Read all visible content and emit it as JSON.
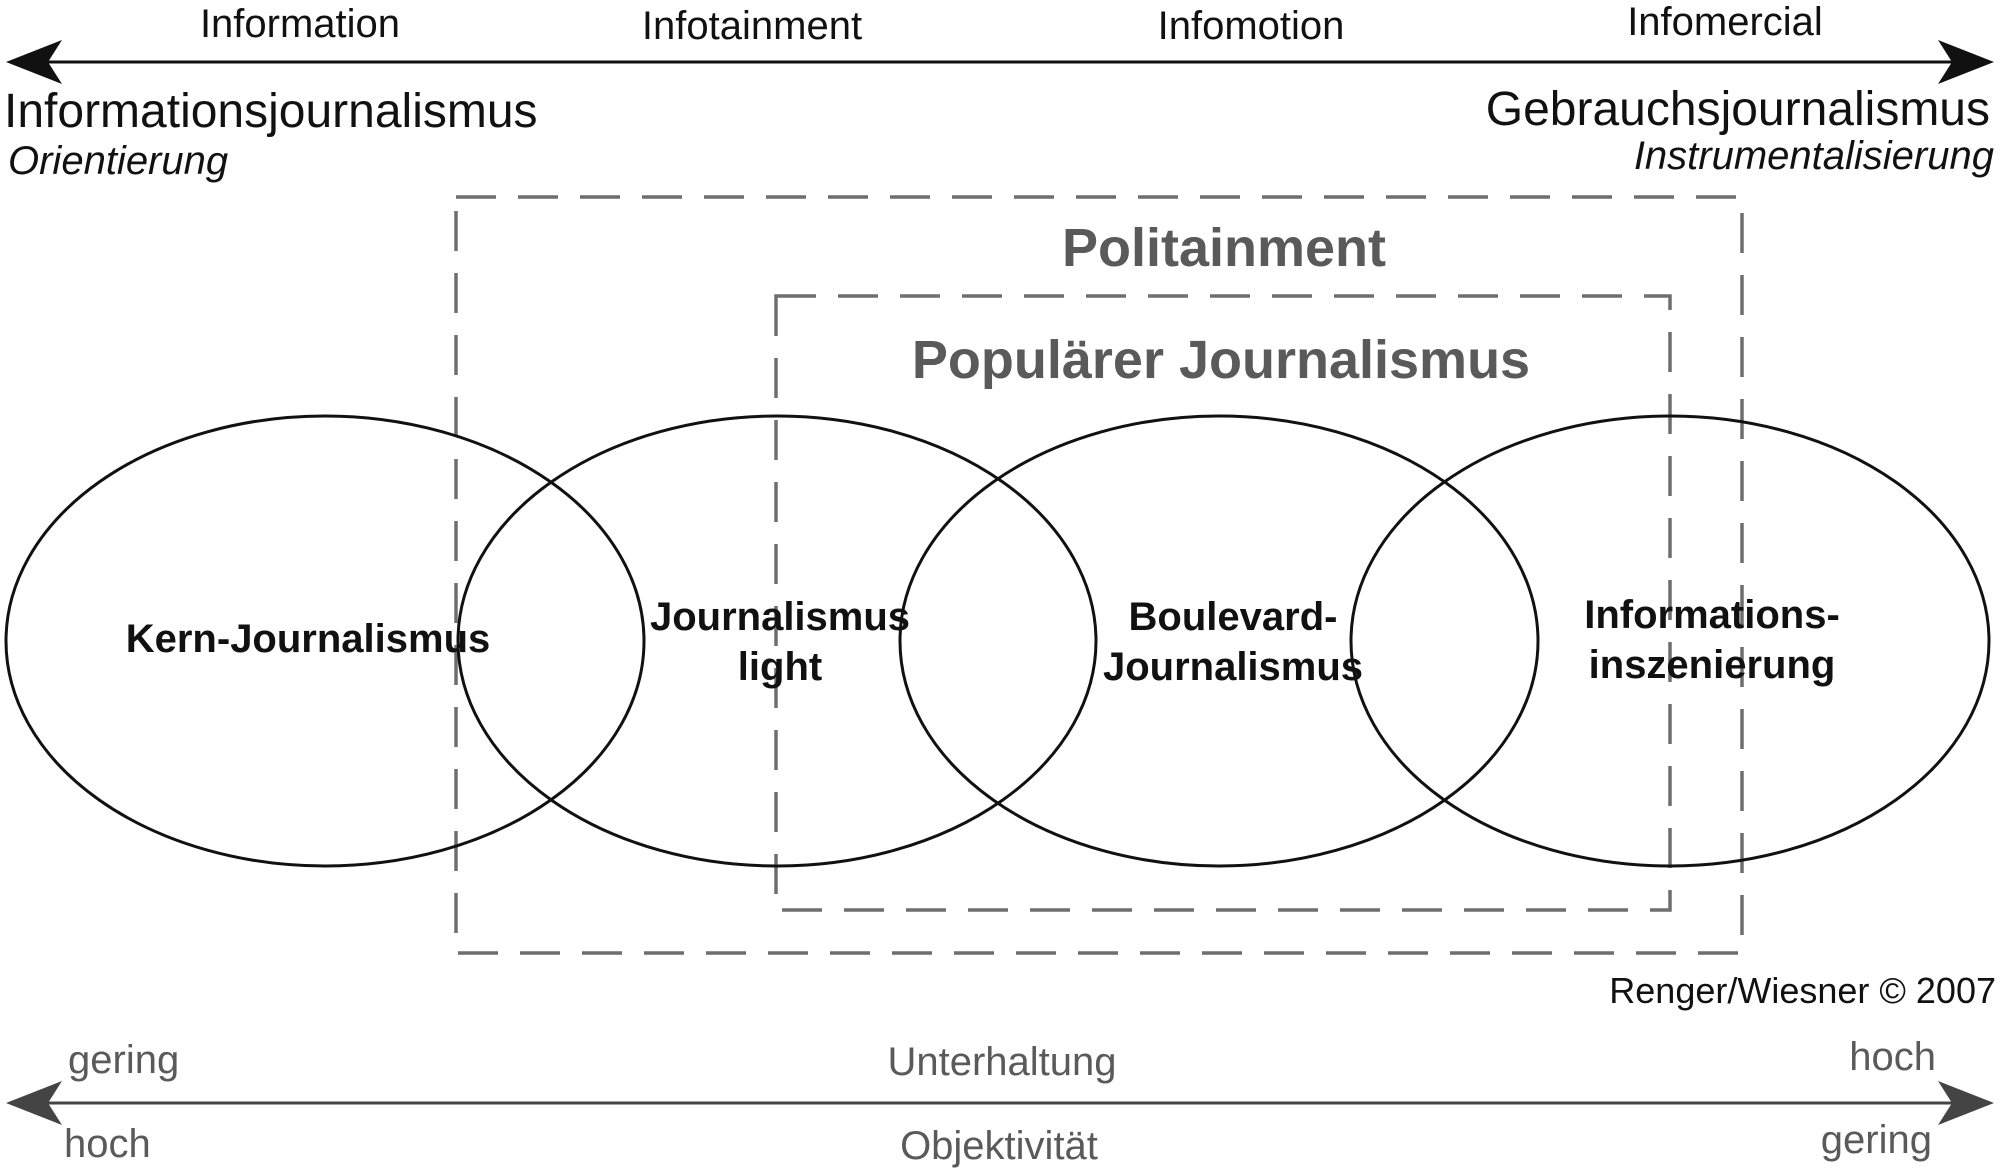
{
  "top_axis": {
    "stages": [
      "Information",
      "Infotainment",
      "Infomotion",
      "Infomercial"
    ],
    "left_pole": {
      "title": "Informationsjournalismus",
      "subtitle": "Orientierung"
    },
    "right_pole": {
      "title": "Gebrauchsjournalismus",
      "subtitle": "Instrumentalisierung"
    }
  },
  "boxes": {
    "outer_label": "Politainment",
    "inner_label": "Populärer Journalismus"
  },
  "ellipses": [
    {
      "lines": [
        "Kern-Journalismus"
      ]
    },
    {
      "lines": [
        "Journalismus",
        "light"
      ]
    },
    {
      "lines": [
        "Boulevard-",
        "Journalismus"
      ]
    },
    {
      "lines": [
        "Informations-",
        "inszenierung"
      ]
    }
  ],
  "credit": "Renger/Wiesner © 2007",
  "bottom_axis": {
    "row1": {
      "left": "gering",
      "center": "Unterhaltung",
      "right": "hoch"
    },
    "row2": {
      "left": "hoch",
      "center": "Objektivität",
      "right": "gering"
    }
  },
  "colors": {
    "lines": "#111111",
    "dashed_boxes": "#6e6e6e",
    "grey_text": "#5a5a5a"
  }
}
